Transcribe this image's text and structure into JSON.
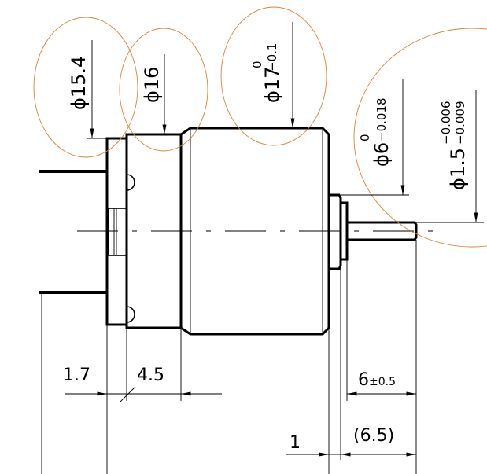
{
  "dimensions": {
    "d15_4": {
      "label": "ϕ15.4"
    },
    "d16": {
      "label": "ϕ16"
    },
    "d17": {
      "label": "ϕ17",
      "upper": "0",
      "lower": "−0.1"
    },
    "d6": {
      "label": "ϕ6",
      "upper": "0",
      "lower": "−0.018"
    },
    "d1_5": {
      "label": "ϕ1.5",
      "upper": "−0.006",
      "lower": "−0.009"
    },
    "len1_7": "1.7",
    "len4_5": "4.5",
    "len6": {
      "value": "6",
      "tol": "±0.5"
    },
    "len1": "1",
    "len6_5": "(6.5)"
  },
  "colors": {
    "highlight": "#d9843a",
    "line": "#000000"
  }
}
